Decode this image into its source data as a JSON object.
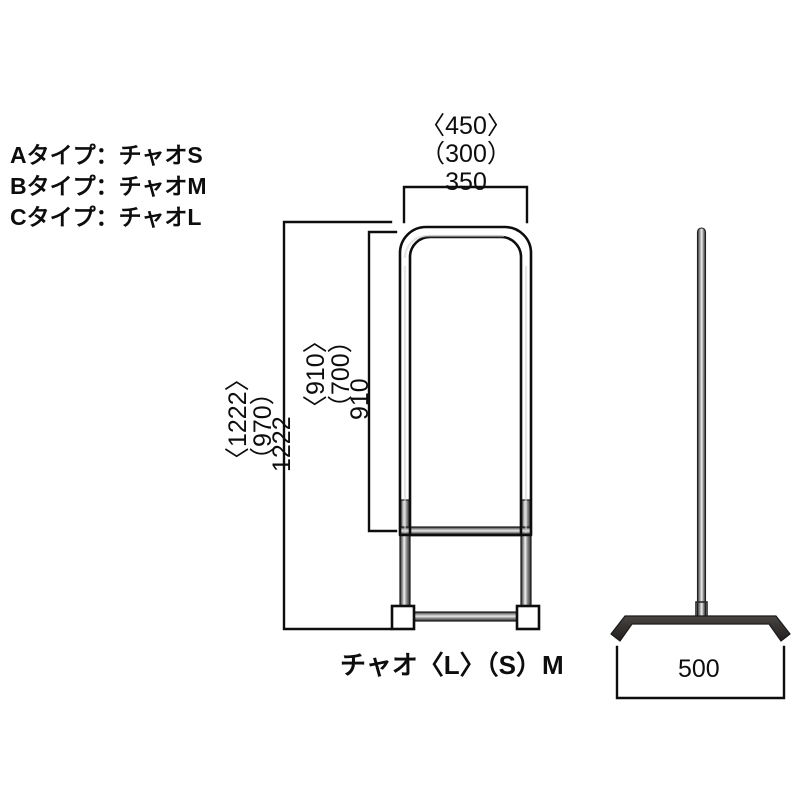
{
  "document": {
    "kind": "technical-drawing",
    "title": "チャオ sign stand dimensional drawing"
  },
  "colors": {
    "ink": "#0d0d0d",
    "line": "#1a1a1a",
    "metal_dark": "#2b2b2b",
    "metal_mid": "#6e6e6e",
    "metal_light": "#c9c9c9",
    "background": "#ffffff"
  },
  "legend": {
    "lines": [
      "Aタイプ：チャオS",
      "Bタイプ：チャオM",
      "Cタイプ：チャオL"
    ]
  },
  "dimensions": {
    "width_top": {
      "values": [
        "〈450〉",
        "（300）",
        "350"
      ],
      "unit": "mm"
    },
    "height_overall": {
      "values": [
        "〈1222〉",
        "（970）",
        "1222"
      ],
      "unit": "mm"
    },
    "height_panel": {
      "values": [
        "〈910〉",
        "（700）",
        "910"
      ],
      "unit": "mm"
    },
    "base_width": {
      "value": "500",
      "unit": "mm"
    }
  },
  "captions": {
    "front_view": "チャオ〈L〉（S）M",
    "base_view": "500"
  },
  "views": {
    "front": {
      "name": "front-elevation",
      "parts": [
        "sign-frame",
        "left-leg",
        "right-leg",
        "left-foot",
        "right-foot",
        "base-crossbar",
        "lower-crossbar"
      ]
    },
    "side": {
      "name": "side-elevation",
      "parts": [
        "pole",
        "base-bar"
      ]
    }
  }
}
